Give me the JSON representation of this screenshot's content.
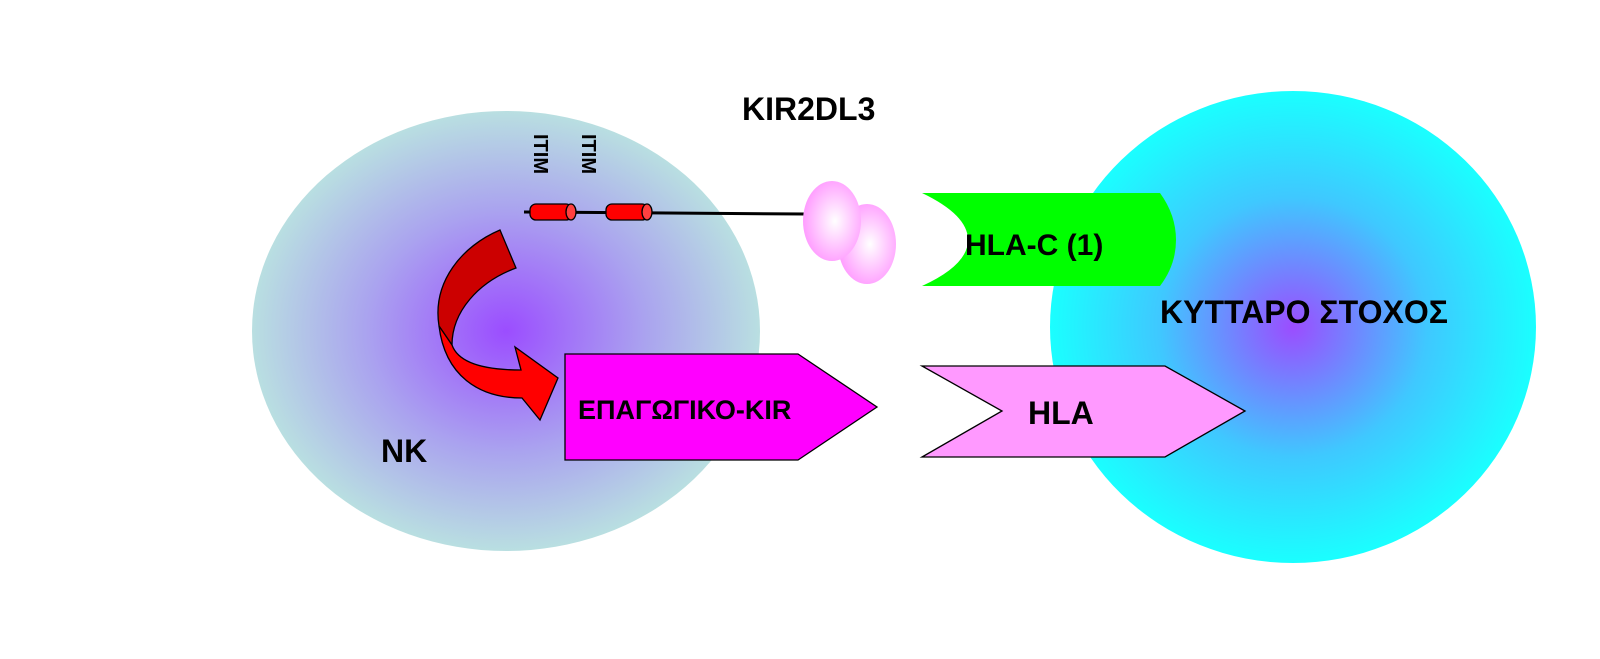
{
  "labels": {
    "receptor": "KIR2DL3",
    "itim_1": "ITIM",
    "itim_2": "ITIM",
    "hla_c": "HLA-C (1)",
    "target_cell": "ΚΥΤΤΑΡΟ ΣΤΟΧΟΣ",
    "activating_kir": "ΕΠΑΓΩΓΙΚΟ-KIR",
    "hla": "HLA",
    "nk_cell": "NK"
  },
  "colors": {
    "nk_outer": "#b9dfe1",
    "nk_center": "#9b4dff",
    "target_outer": "#1affff",
    "target_center": "#9b4dff",
    "hla_c": "#00ff00",
    "activating_kir": "#ff00ff",
    "hla": "#ff99ff",
    "itim": "#ff0000",
    "arrow": "#ff0000"
  }
}
